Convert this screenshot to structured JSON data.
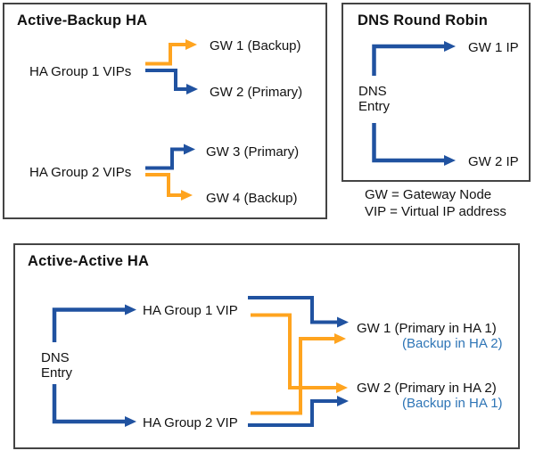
{
  "colors": {
    "primary_blue": "#2052A0",
    "backup_orange": "#FFA41F",
    "note_blue": "#2E75B6",
    "border_gray": "#444444"
  },
  "active_backup_panel": {
    "title": "Active-Backup HA",
    "group1_label": "HA Group 1 VIPs",
    "gw1_label": "GW 1 (Backup)",
    "gw2_label": "GW 2 (Primary)",
    "group2_label": "HA Group 2 VIPs",
    "gw3_label": "GW 3 (Primary)",
    "gw4_label": "GW 4 (Backup)"
  },
  "dns_round_robin_panel": {
    "title": "DNS Round Robin",
    "source_line1": "DNS",
    "source_line2": "Entry",
    "target1": "GW 1 IP",
    "target2": "GW 2 IP"
  },
  "legend": {
    "line1": "GW = Gateway Node",
    "line2": "VIP = Virtual IP address"
  },
  "active_active_panel": {
    "title": "Active-Active HA",
    "source_line1": "DNS",
    "source_line2": "Entry",
    "vip1_label": "HA Group 1 VIP",
    "vip2_label": "HA Group 2 VIP",
    "gw1_primary": "GW 1 (Primary in HA 1)",
    "gw1_backup": "(Backup in HA 2)",
    "gw2_primary": "GW 2 (Primary in HA 2)",
    "gw2_backup": "(Backup in HA 1)"
  },
  "edges": {
    "active_backup": [
      {
        "from": "HA Group 1 VIPs",
        "to": "GW 1 (Backup)",
        "color": "orange"
      },
      {
        "from": "HA Group 1 VIPs",
        "to": "GW 2 (Primary)",
        "color": "blue"
      },
      {
        "from": "HA Group 2 VIPs",
        "to": "GW 3 (Primary)",
        "color": "blue"
      },
      {
        "from": "HA Group 2 VIPs",
        "to": "GW 4 (Backup)",
        "color": "orange"
      }
    ],
    "dns_round_robin": [
      {
        "from": "DNS Entry",
        "to": "GW 1 IP",
        "color": "blue"
      },
      {
        "from": "DNS Entry",
        "to": "GW 2 IP",
        "color": "blue"
      }
    ],
    "active_active": [
      {
        "from": "DNS Entry",
        "to": "HA Group 1 VIP",
        "color": "blue"
      },
      {
        "from": "DNS Entry",
        "to": "HA Group 2 VIP",
        "color": "blue"
      },
      {
        "from": "HA Group 1 VIP",
        "to": "GW 1",
        "color": "blue"
      },
      {
        "from": "HA Group 1 VIP",
        "to": "GW 2",
        "color": "orange"
      },
      {
        "from": "HA Group 2 VIP",
        "to": "GW 1",
        "color": "orange"
      },
      {
        "from": "HA Group 2 VIP",
        "to": "GW 2",
        "color": "blue"
      }
    ]
  }
}
